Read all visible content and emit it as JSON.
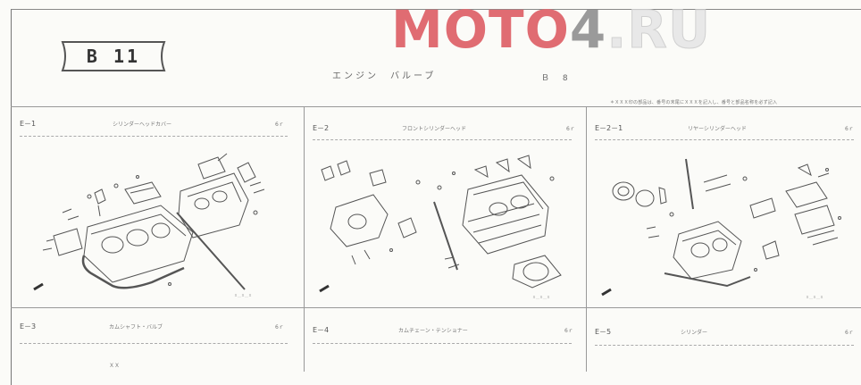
{
  "watermark": {
    "part1": "MOTO",
    "part2": "4",
    "part3": ".RU"
  },
  "badge": {
    "text": "B 11"
  },
  "header": {
    "title": "エンジン　バルーブ",
    "code": "Ｂ 8",
    "note": "＊ＸＸＸ印の部品は、番号の末尾にＸＸＸを記入し、番号と部品名称を必ず記入"
  },
  "cells": [
    {
      "id": "c1",
      "num": "E－1",
      "name": "シリンダーヘッドカバー",
      "page": "6ｒ",
      "ref": "Ｘ＿Ｘ＿Ｘ"
    },
    {
      "id": "c2",
      "num": "E－2",
      "name": "フロントシリンダーヘッド",
      "page": "6ｒ",
      "ref": "Ｘ＿Ｘ＿Ｘ"
    },
    {
      "id": "c3",
      "num": "E－2－1",
      "name": "リヤーシリンダーヘッド",
      "page": "6ｒ",
      "ref": "Ｘ＿Ｘ＿Ｘ"
    },
    {
      "id": "c4",
      "num": "E－3",
      "name": "カムシャフト・バルブ",
      "page": "6ｒ",
      "ref": ""
    },
    {
      "id": "c5",
      "num": "E－4",
      "name": "カムチェーン・テンショナー",
      "page": "6ｒ",
      "ref": ""
    },
    {
      "id": "c6",
      "num": "E－5",
      "name": "シリンダー",
      "page": "6ｒ",
      "ref": ""
    }
  ],
  "small_label": "ＸＸ"
}
